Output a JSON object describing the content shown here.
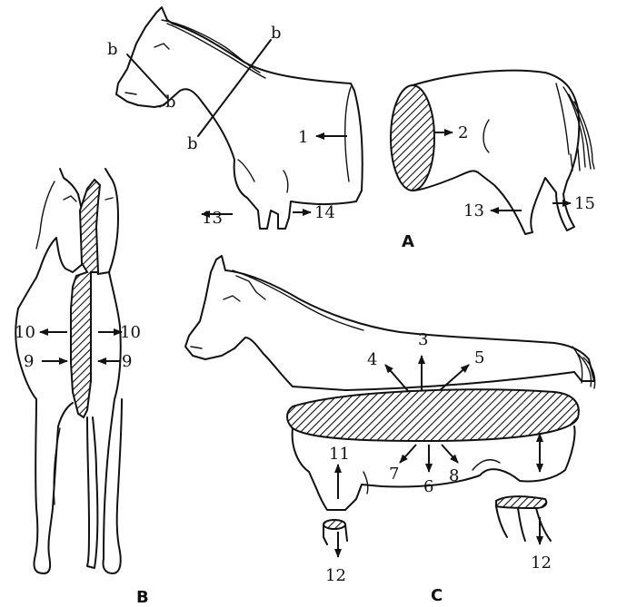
{
  "panels": {
    "a": "A",
    "b": "B",
    "c": "C"
  },
  "labels": {
    "b1": "b",
    "b2": "b",
    "b3": "b",
    "b4": "b",
    "n1": "1",
    "n2": "2",
    "n3": "3",
    "n4": "4",
    "n5": "5",
    "n6": "6",
    "n7": "7",
    "n8": "8",
    "n9_left": "9",
    "n9_right": "9",
    "n10_left": "10",
    "n10_right": "10",
    "n11": "11",
    "n12_front": "12",
    "n12_rear": "12",
    "n13_a": "13",
    "n13_b": "13",
    "n14": "14",
    "n15": "15"
  },
  "colors": {
    "ink": "#111111",
    "paper": "#ffffff"
  }
}
